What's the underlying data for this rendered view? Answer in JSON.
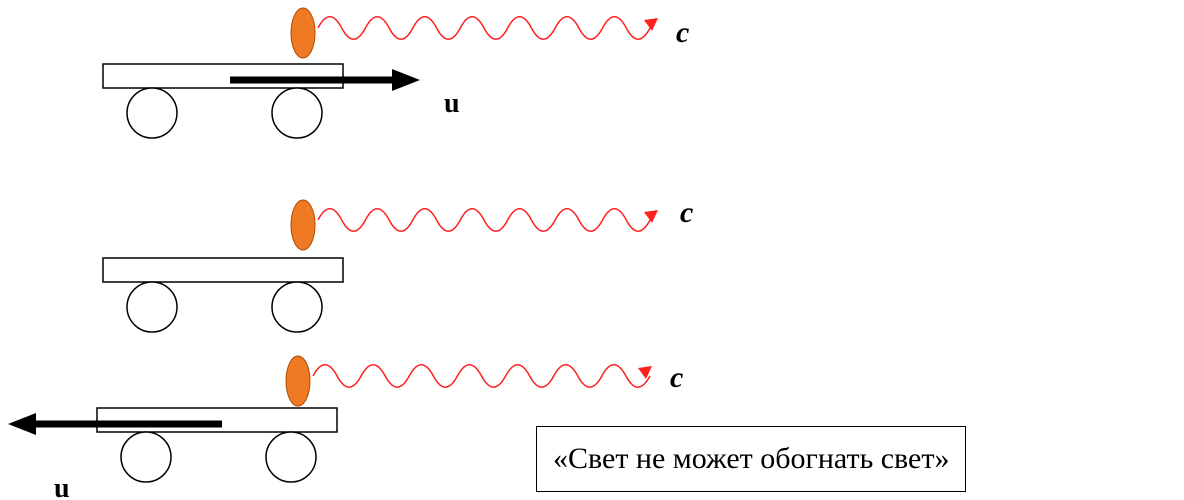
{
  "colors": {
    "source": "#f07a24",
    "source_outline": "#b04a00",
    "wave": "#ff2020",
    "stroke": "#000000"
  },
  "scenes": [
    {
      "light_label": "c",
      "velocity_label": "u",
      "direction": "right"
    },
    {
      "light_label": "c",
      "velocity_label": "",
      "direction": "none"
    },
    {
      "light_label": "c",
      "velocity_label": "u",
      "direction": "left"
    }
  ],
  "caption": "«Свет не может обогнать свет»"
}
